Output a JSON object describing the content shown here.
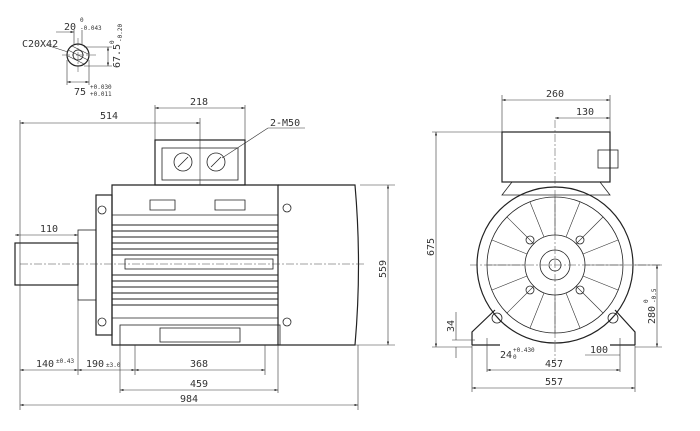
{
  "shaft_section": {
    "key_width": "20",
    "key_width_tol_upper": "0",
    "key_width_tol_lower": "-0.043",
    "chamfer": "C20X42",
    "key_depth": "67.5",
    "key_depth_tol_upper": "0",
    "key_depth_tol_lower": "-0.20",
    "diameter": "75",
    "diameter_tol_upper": "+0.030",
    "diameter_tol_lower": "+0.011"
  },
  "side_view": {
    "dim_514": "514",
    "dim_218": "218",
    "cable_gland": "2-M50",
    "dim_110": "110",
    "dim_559": "559",
    "dim_140": "140",
    "dim_140_tol": "±0.43",
    "dim_190": "190",
    "dim_190_tol": "±3.0",
    "dim_368": "368",
    "dim_459": "459",
    "dim_984": "984"
  },
  "front_view": {
    "dim_260": "260",
    "dim_130": "130",
    "dim_675": "675",
    "dim_34": "34",
    "dim_280": "280",
    "dim_280_tol_upper": "0",
    "dim_280_tol_lower": "-0.5",
    "dim_24": "24",
    "dim_24_tol_upper": "+0.430",
    "dim_24_tol_lower": "0",
    "dim_100": "100",
    "dim_457": "457",
    "dim_557": "557"
  }
}
